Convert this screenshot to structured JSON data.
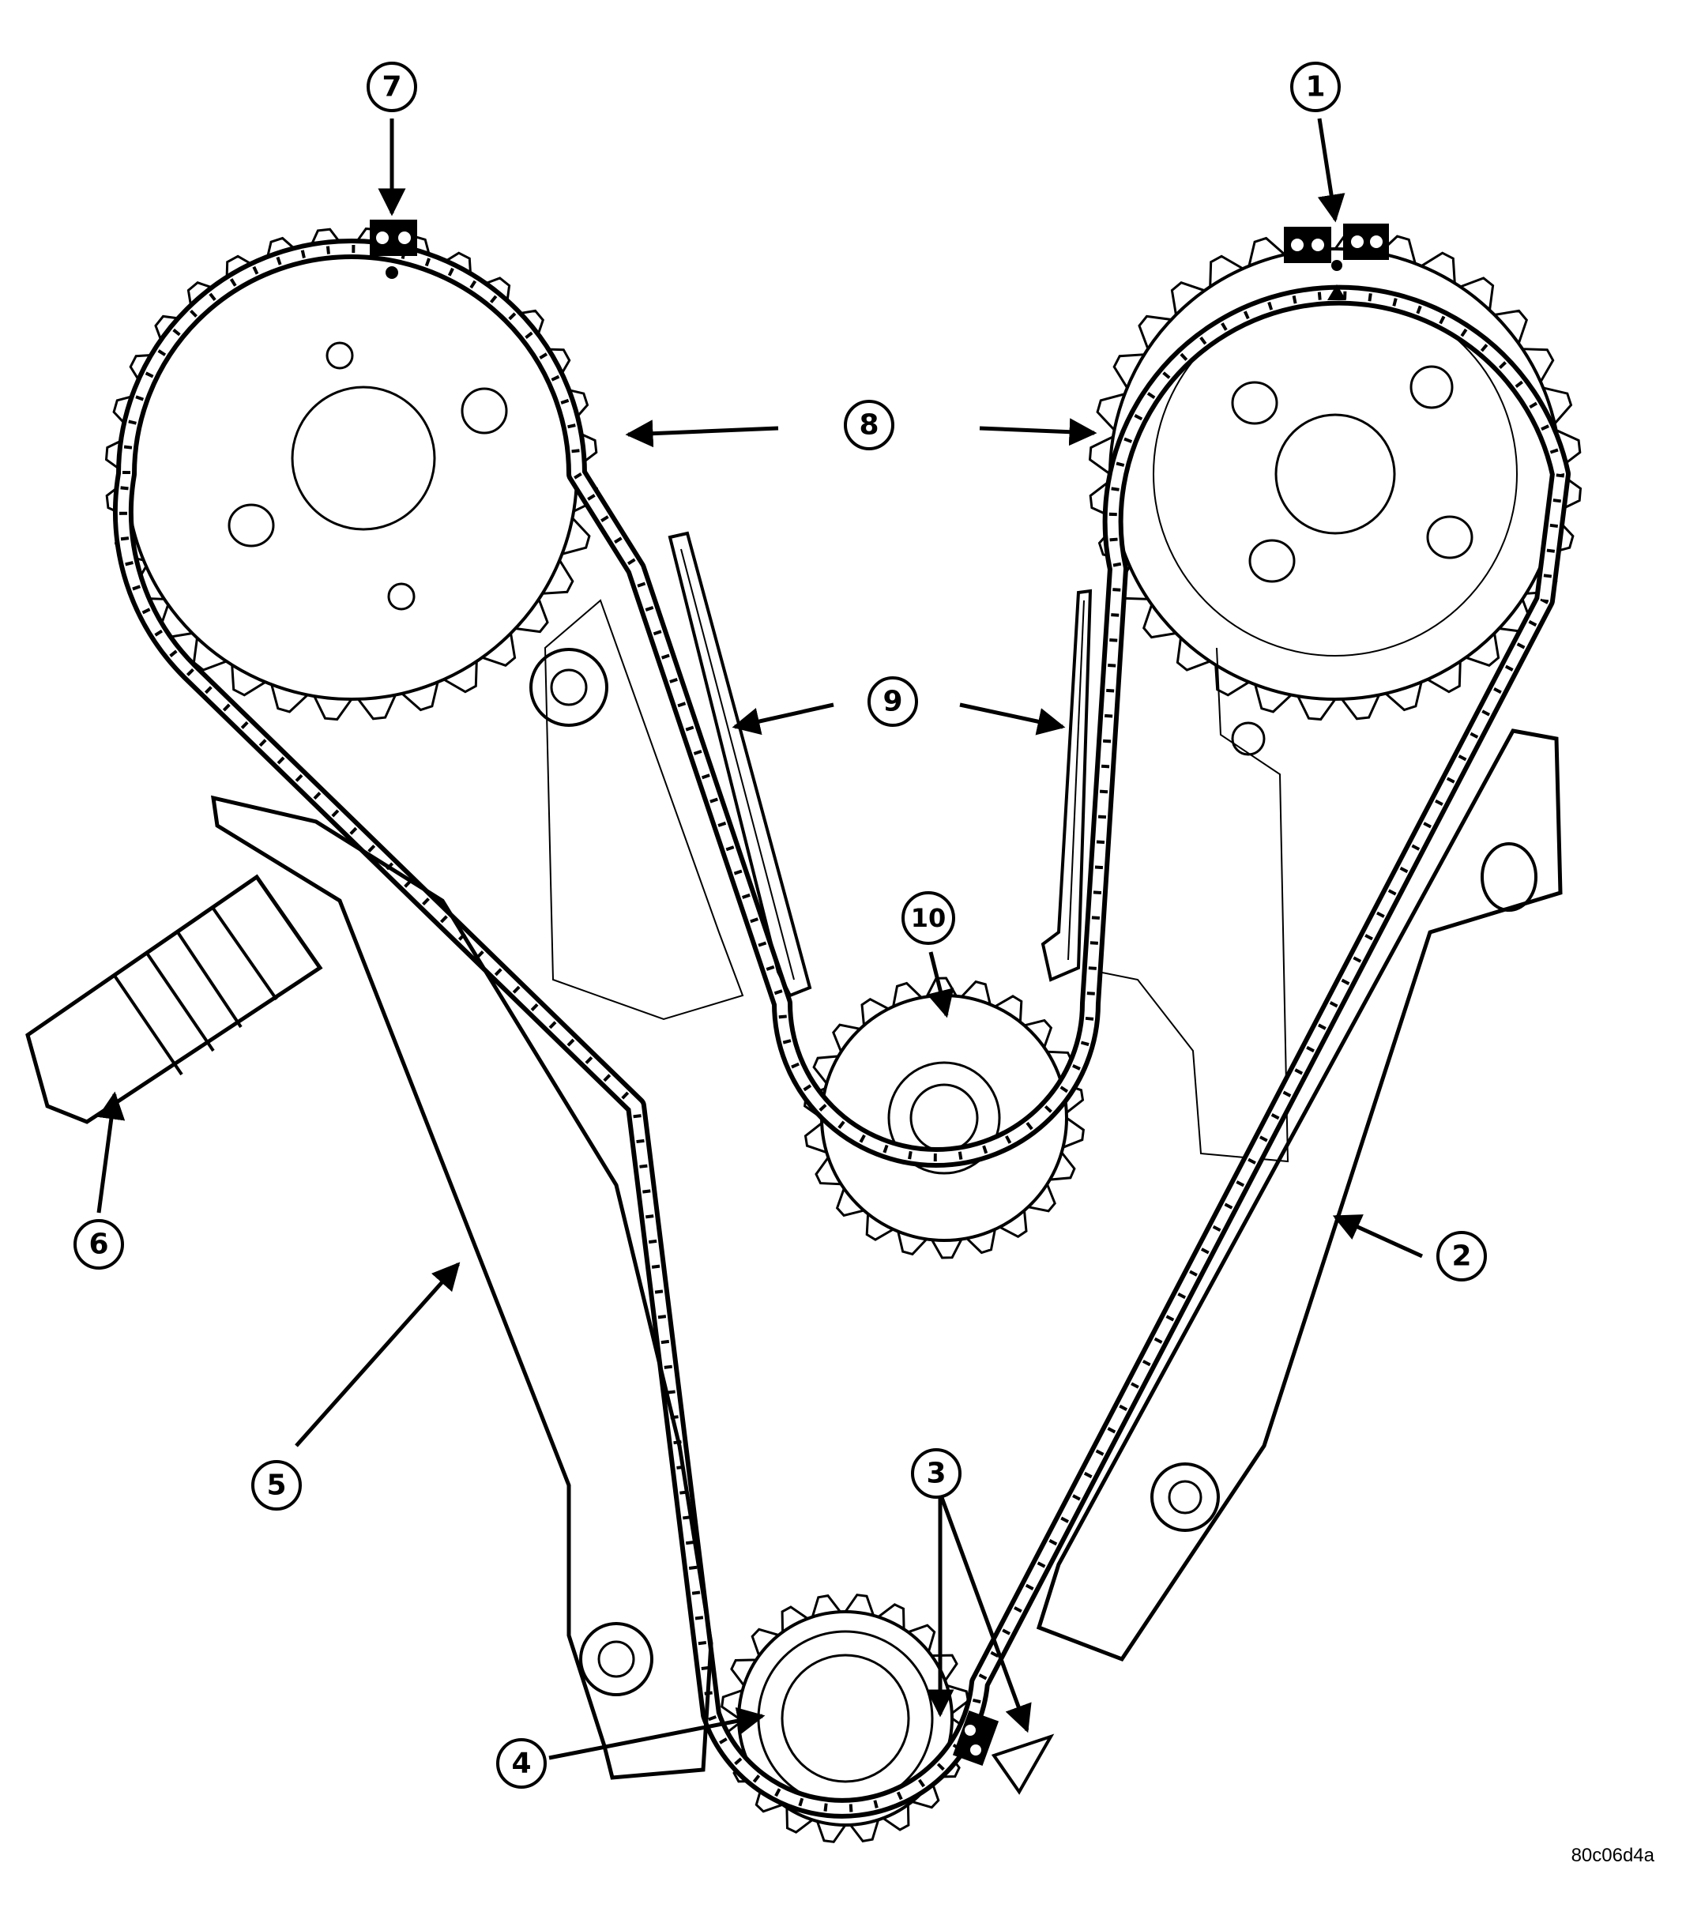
{
  "figure_id": "80c06d4a",
  "callouts": {
    "c1": "1",
    "c2": "2",
    "c3": "3",
    "c4": "4",
    "c5": "5",
    "c6": "6",
    "c7": "7",
    "c8": "8",
    "c9": "9",
    "c10": "10"
  }
}
